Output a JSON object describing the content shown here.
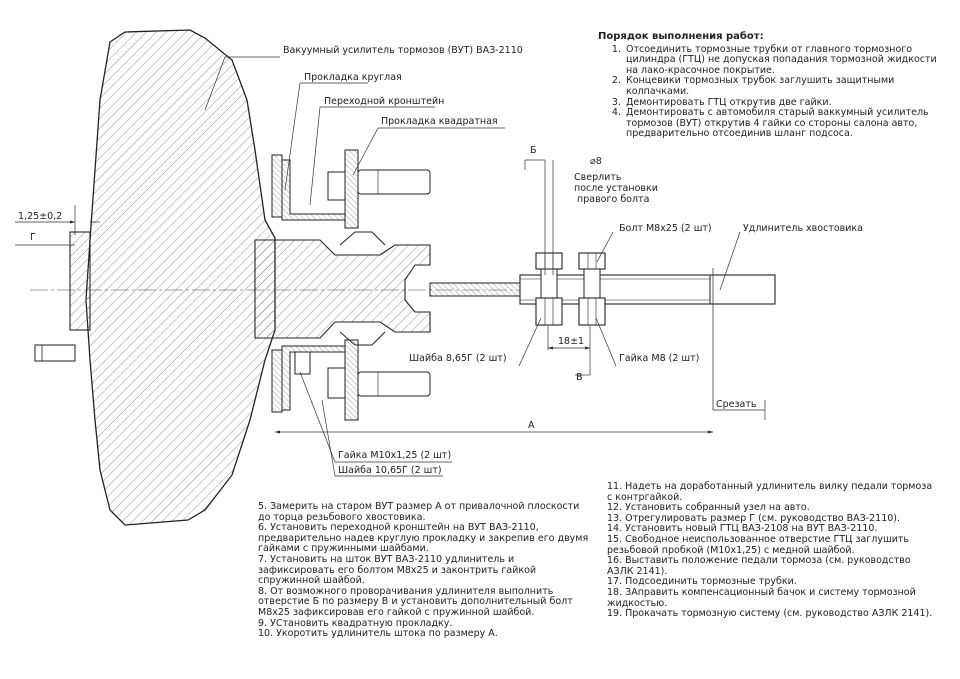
{
  "labels": {
    "vut": "Вакуумный усилитель тормозов (ВУТ) ВАЗ-2110",
    "gasket_round": "Прокладка круглая",
    "adapter_bracket": "Переходной кронштейн",
    "gasket_square": "Прокладка квадратная",
    "nut_m10": "Гайка М10х1,25 (2 шт)",
    "washer_10": "Шайба 10,65Г (2 шт)",
    "washer_8": "Шайба 8,65Г (2 шт)",
    "nut_m8": "Гайка М8 (2 шт)",
    "bolt_m8": "Болт М8х25 (2 шт)",
    "extension": "Удлинитель хвостовика",
    "cut": "Срезать",
    "drill": "Сверлить\nпосле установки\n правого болта"
  },
  "dimensions": {
    "gap_value": "1,25±0,2",
    "gap_letter": "Г",
    "b_letter": "Б",
    "diameter": "⌀8",
    "spacing": "18±1",
    "v_letter": "В",
    "a_letter": "А"
  },
  "procedure": {
    "title": "Порядок выполнения работ:",
    "steps": [
      "Отсоединить тормозные трубки от главного тормозного цилиндра (ГТЦ) не допуская попадания тормозной жидкости на лако-красочное покрытие.",
      "Концевики тормозных трубок заглушить защитными колпачками.",
      " Демонтировать ГТЦ открутив две гайки.",
      "Демонтировать с автомобиля старый ваккумный усилитель тормозов (ВУТ) открутив 4 гайки со стороны салона авто, предварительно отсоединив шланг подсоса."
    ]
  },
  "notes_left": "5. Замерить на старом ВУТ размер А от привалочной плоскости до торца резьбового хвостовика.\n6. Установить переходной кронштейн на ВУТ ВАЗ-2110, предварительно надев круглую прокладку и закрепив его двумя гайками с пружинными шайбами.\n7. Установить на шток ВУТ ВАЗ-2110 удлинитель и зафиксировать его болтом М8х25 и законтрить гайкой спружинной шайбой.\n8. От возможного проворачивания удлинителя выполнить отверстие Б по размеру В и установить дополнительный болт М8х25 зафиксировав его гайкой с пружинной шайбой.\n9. УСтановить квадратную прокладку.\n10. Укоротить удлинитель штока по размеру А.",
  "notes_right": "11. Надеть на доработанный удлинитель вилку педали тормоза с контргайкой.\n12. Установить собранный узел на авто.\n13. Отрегулировать размер Г (см. руководство ВАЗ-2110).\n14.  Установить новый ГТЦ ВАЗ-2108 на ВУТ ВАЗ-2110.\n15. Свободное неиспользованное отверстие ГТЦ заглушить резьбовой пробкой (М10х1,25) с медной шайбой.\n16. Выставить положение педали тормоза (см. руководство АЗЛК 2141).\n17. Подсоединить тормозные трубки.\n18. ЗАправить компенсационный бачок и систему тормозной жидкостью.\n19. Прокачать тормозную систему (см. руководство АЗЛК 2141)."
}
